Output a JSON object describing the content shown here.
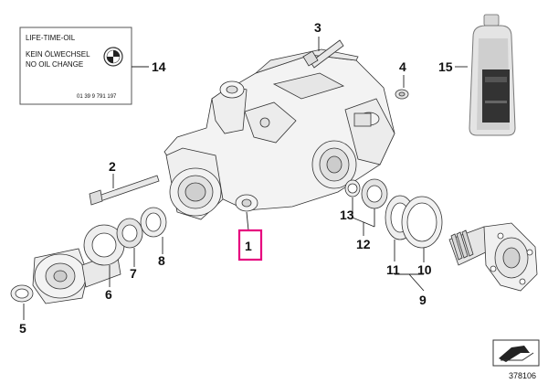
{
  "label_card": {
    "line1": "LIFE-TIME-OIL",
    "line2": "KEIN ÖLWECHSEL",
    "line3": "NO OIL CHANGE",
    "part_no": "01 39 9 791 197"
  },
  "callouts": [
    "1",
    "2",
    "3",
    "4",
    "5",
    "6",
    "7",
    "8",
    "9",
    "10",
    "11",
    "12",
    "13",
    "14",
    "15"
  ],
  "diagram_number": "378106",
  "highlight_color": "#e6007e",
  "icons": {
    "brand": "bmw-roundel-icon",
    "oil": "oil-bottle-icon",
    "nav": "arrow-nav-icon"
  }
}
